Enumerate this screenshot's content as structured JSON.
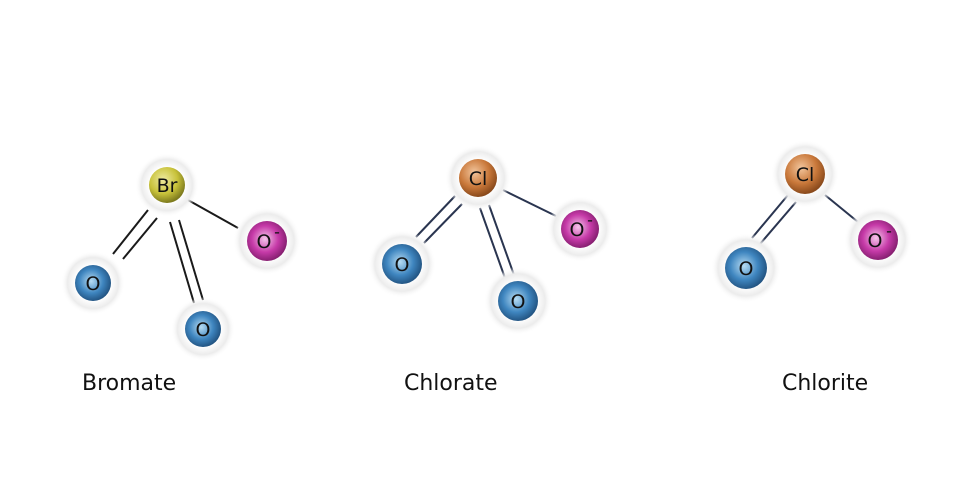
{
  "molecules": [
    {
      "name": "Bromate",
      "atoms": {
        "center": "Br",
        "o1": "O",
        "o2": "O",
        "o3": "O",
        "charge": "-"
      }
    },
    {
      "name": "Chlorate",
      "atoms": {
        "center": "Cl",
        "o1": "O",
        "o2": "O",
        "o3": "O",
        "charge": "-"
      }
    },
    {
      "name": "Chlorite",
      "atoms": {
        "center": "Cl",
        "o1": "O",
        "o3": "O",
        "charge": "-"
      }
    }
  ],
  "colors": {
    "bromine": "#c8c23a",
    "chlorine": "#c9783a",
    "oxygen": "#3f86c0",
    "oxide_ion": "#c63aa8",
    "halo": "#e6e6e6"
  }
}
